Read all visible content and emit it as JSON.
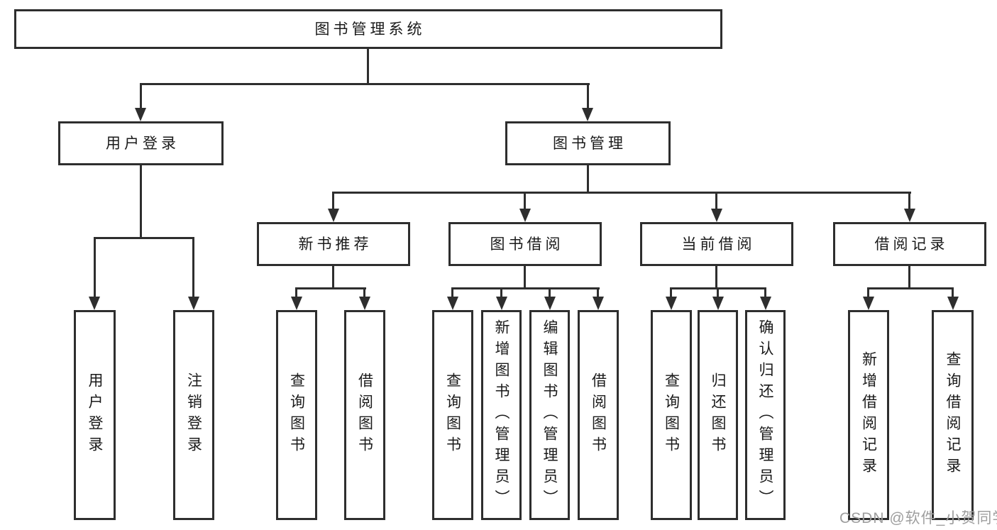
{
  "root": {
    "label": "图书管理系统"
  },
  "level2": [
    {
      "label": "用户登录",
      "children": [
        {
          "label": "用户登录"
        },
        {
          "label": "注销登录"
        }
      ]
    },
    {
      "label": "图书管理",
      "sections": [
        {
          "label": "新书推荐",
          "children": [
            {
              "label": "查询图书"
            },
            {
              "label": "借阅图书"
            }
          ]
        },
        {
          "label": "图书借阅",
          "children": [
            {
              "label": "查询图书"
            },
            {
              "label": "新增图书（管理员）"
            },
            {
              "label": "编辑图书（管理员）"
            },
            {
              "label": "借阅图书"
            }
          ]
        },
        {
          "label": "当前借阅",
          "children": [
            {
              "label": "查询图书"
            },
            {
              "label": "归还图书"
            },
            {
              "label": "确认归还（管理员）"
            }
          ]
        },
        {
          "label": "借阅记录",
          "children": [
            {
              "label": "新增借阅记录"
            },
            {
              "label": "查询借阅记录"
            }
          ]
        }
      ]
    }
  ],
  "watermark": {
    "text": "CSDN @软件_小贺同学"
  },
  "colors": {
    "line": "#2e2e2e",
    "box_border": "#2e2e2e",
    "box_fill": "#ffffff",
    "text": "#1a1a1a",
    "watermark": "#9e9e9e",
    "background": "#ffffff"
  }
}
